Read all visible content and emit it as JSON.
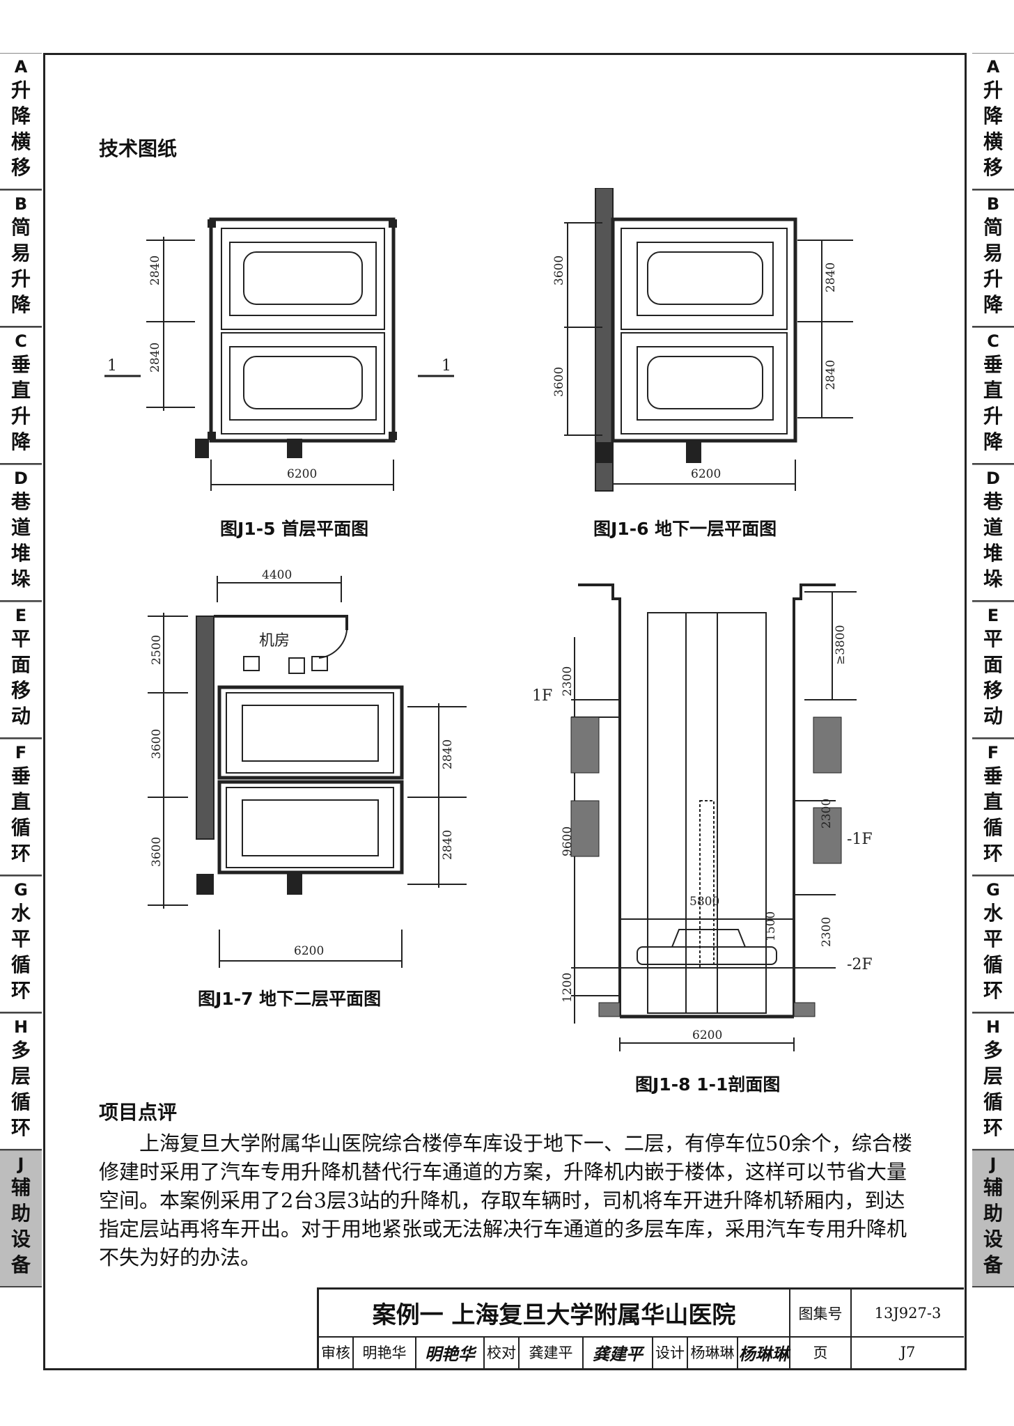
{
  "side_tabs": [
    {
      "letter": "A",
      "name": "升降横移"
    },
    {
      "letter": "B",
      "name": "简易升降"
    },
    {
      "letter": "C",
      "name": "垂直升降"
    },
    {
      "letter": "D",
      "name": "巷道堆垛"
    },
    {
      "letter": "E",
      "name": "平面移动"
    },
    {
      "letter": "F",
      "name": "垂直循环"
    },
    {
      "letter": "G",
      "name": "水平循环"
    },
    {
      "letter": "H",
      "name": "多层循环"
    },
    {
      "letter": "J",
      "name": "辅助设备"
    }
  ],
  "active_tab": "J",
  "section_drawings": "技术图纸",
  "figures": {
    "fig5": {
      "caption": "图J1-5  首层平面图",
      "dim_width": "6200",
      "dim_top": "2840",
      "dim_bottom": "2840",
      "section_mark": "1"
    },
    "fig6": {
      "caption": "图J1-6  地下一层平面图",
      "dim_width": "6200",
      "dim_left_top": "3600",
      "dim_left_bottom": "3600",
      "dim_right_top": "2840",
      "dim_right_bottom": "2840"
    },
    "fig7": {
      "caption": "图J1-7  地下二层平面图",
      "dim_top": "4400",
      "dim_width": "6200",
      "room_label": "机房",
      "dim_left_room": "2500",
      "dim_left_top": "3600",
      "dim_left_bottom": "3600",
      "dim_right_top": "2840",
      "dim_right_bottom": "2840"
    },
    "fig8": {
      "caption": "图J1-8  1-1剖面图",
      "dim_width": "6200",
      "dim_top_right": "≥3800",
      "dim_1f": "2300",
      "dim_mid": "9600",
      "dim_m1f": "2300",
      "dim_m2f": "2300",
      "dim_pit": "1200",
      "dim_car_w": "5800",
      "dim_car_h": "1500",
      "level_1f": "1F",
      "level_m1f": "-1F",
      "level_m2f": "-2F"
    }
  },
  "section_comment": "项目点评",
  "comment_text": "上海复旦大学附属华山医院综合楼停车库设于地下一、二层，有停车位50余个，综合楼修建时采用了汽车专用升降机替代行车通道的方案，升降机内嵌于楼体，这样可以节省大量空间。本案例采用了2台3层3站的升降机，存取车辆时，司机将车开进升降机轿厢内，到达指定层站再将车开出。对于用地紧张或无法解决行车通道的多层车库，采用汽车专用升降机不失为好的办法。",
  "title_block": {
    "title": "案例一  上海复旦大学附属华山医院",
    "atlas_label": "图集号",
    "atlas_no": "13J927-3",
    "review_label": "审核",
    "review_name": "明艳华",
    "review_sig": "明艳华",
    "check_label": "校对",
    "check_name": "龚建平",
    "check_sig": "龚建平",
    "design_label": "设计",
    "design_name": "杨琳琳",
    "design_sig": "杨琳琳",
    "page_label": "页",
    "page_no": "J7"
  }
}
